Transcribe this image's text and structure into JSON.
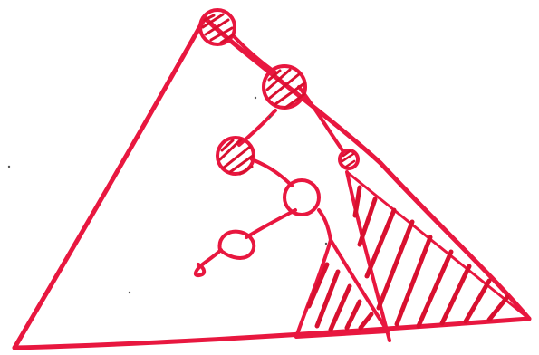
{
  "sketch": {
    "colors": {
      "ink": "#e8173f",
      "ink_dark": "#d8102f",
      "background": "#ffffff",
      "dot": "#555555"
    },
    "marks": {
      "large_triangle": "large-triangle-outline",
      "hatched_region": "hatched-right-region",
      "small_hatched_triangle": "small-hatched-triangle",
      "nodes": "circle-nodes",
      "links": "node-links",
      "tail": "open-tail-mark"
    }
  }
}
